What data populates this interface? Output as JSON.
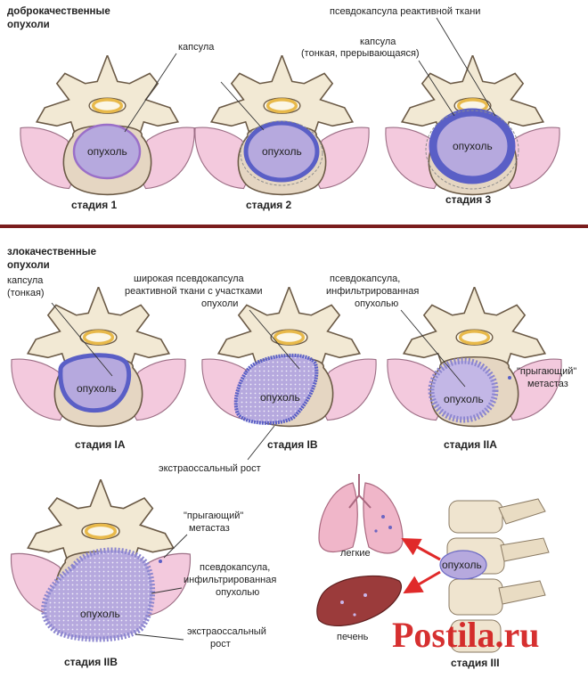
{
  "sections": {
    "benign": [
      "доброкачественные",
      "опухоли"
    ],
    "malignant": [
      "злокачественные",
      "опухоли"
    ]
  },
  "stages": {
    "s1": "стадия 1",
    "s2": "стадия 2",
    "s3": "стадия 3",
    "s1a": "стадия IA",
    "s1b": "стадия IB",
    "s2a": "стадия IIA",
    "s2b": "стадия IIB",
    "s3m": "стадия III"
  },
  "labels": {
    "tumor": "опухоль",
    "capsule": "капсула",
    "pseudocapsule_reactive": "псевдокапсула реактивной ткани",
    "capsule_thin_broken": [
      "капсула",
      "(тонкая, прерывающаяся)"
    ],
    "capsule_thin": [
      "капсула",
      "(тонкая)"
    ],
    "wide_pseudocapsule": [
      "широкая псевдокапсула",
      "реактивной ткани с участками",
      "опухоли"
    ],
    "pseudocapsule_infiltrated": [
      "псевдокапсула,",
      "инфильтрированная",
      "опухолью"
    ],
    "skip_metastasis": [
      "\"прыгающий\"",
      "метастаз"
    ],
    "extraosseous_growth": "экстраоссальный рост",
    "extraosseous_growth_split": [
      "экстраоссальный",
      "рост"
    ],
    "lungs": "легкие",
    "liver": "печень"
  },
  "watermark": "Postila.ru",
  "colors": {
    "bone": "#f2e9d4",
    "bone_outline": "#6b5a46",
    "muscle": "#f3c9dd",
    "tumor": "#b6a9de",
    "capsule": "#5a5fc6",
    "canal_ring": "#e8b94a",
    "arrow": "#e02a2a",
    "divider": "#7a1d1d"
  }
}
